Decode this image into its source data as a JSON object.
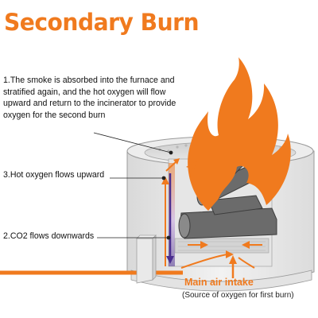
{
  "title": "Secondary Burn",
  "notes": {
    "step1": "1.The smoke is absorbed into the furnace and stratified again, and the hot oxygen will flow upward and return to the incinerator to provide oxygen for the second burn",
    "step3": "3.Hot oxygen flows upward",
    "step2": "2.CO2 flows downwards"
  },
  "intake": {
    "label": "Main air intake",
    "sublabel": "(Source of oxygen for first burn)"
  },
  "colors": {
    "accent": "#f07a1e",
    "flame": "#f07a1e",
    "stove_wall": "#ececec",
    "log": "#6b6b6b",
    "co2_arrow": "#4a2d8f"
  }
}
